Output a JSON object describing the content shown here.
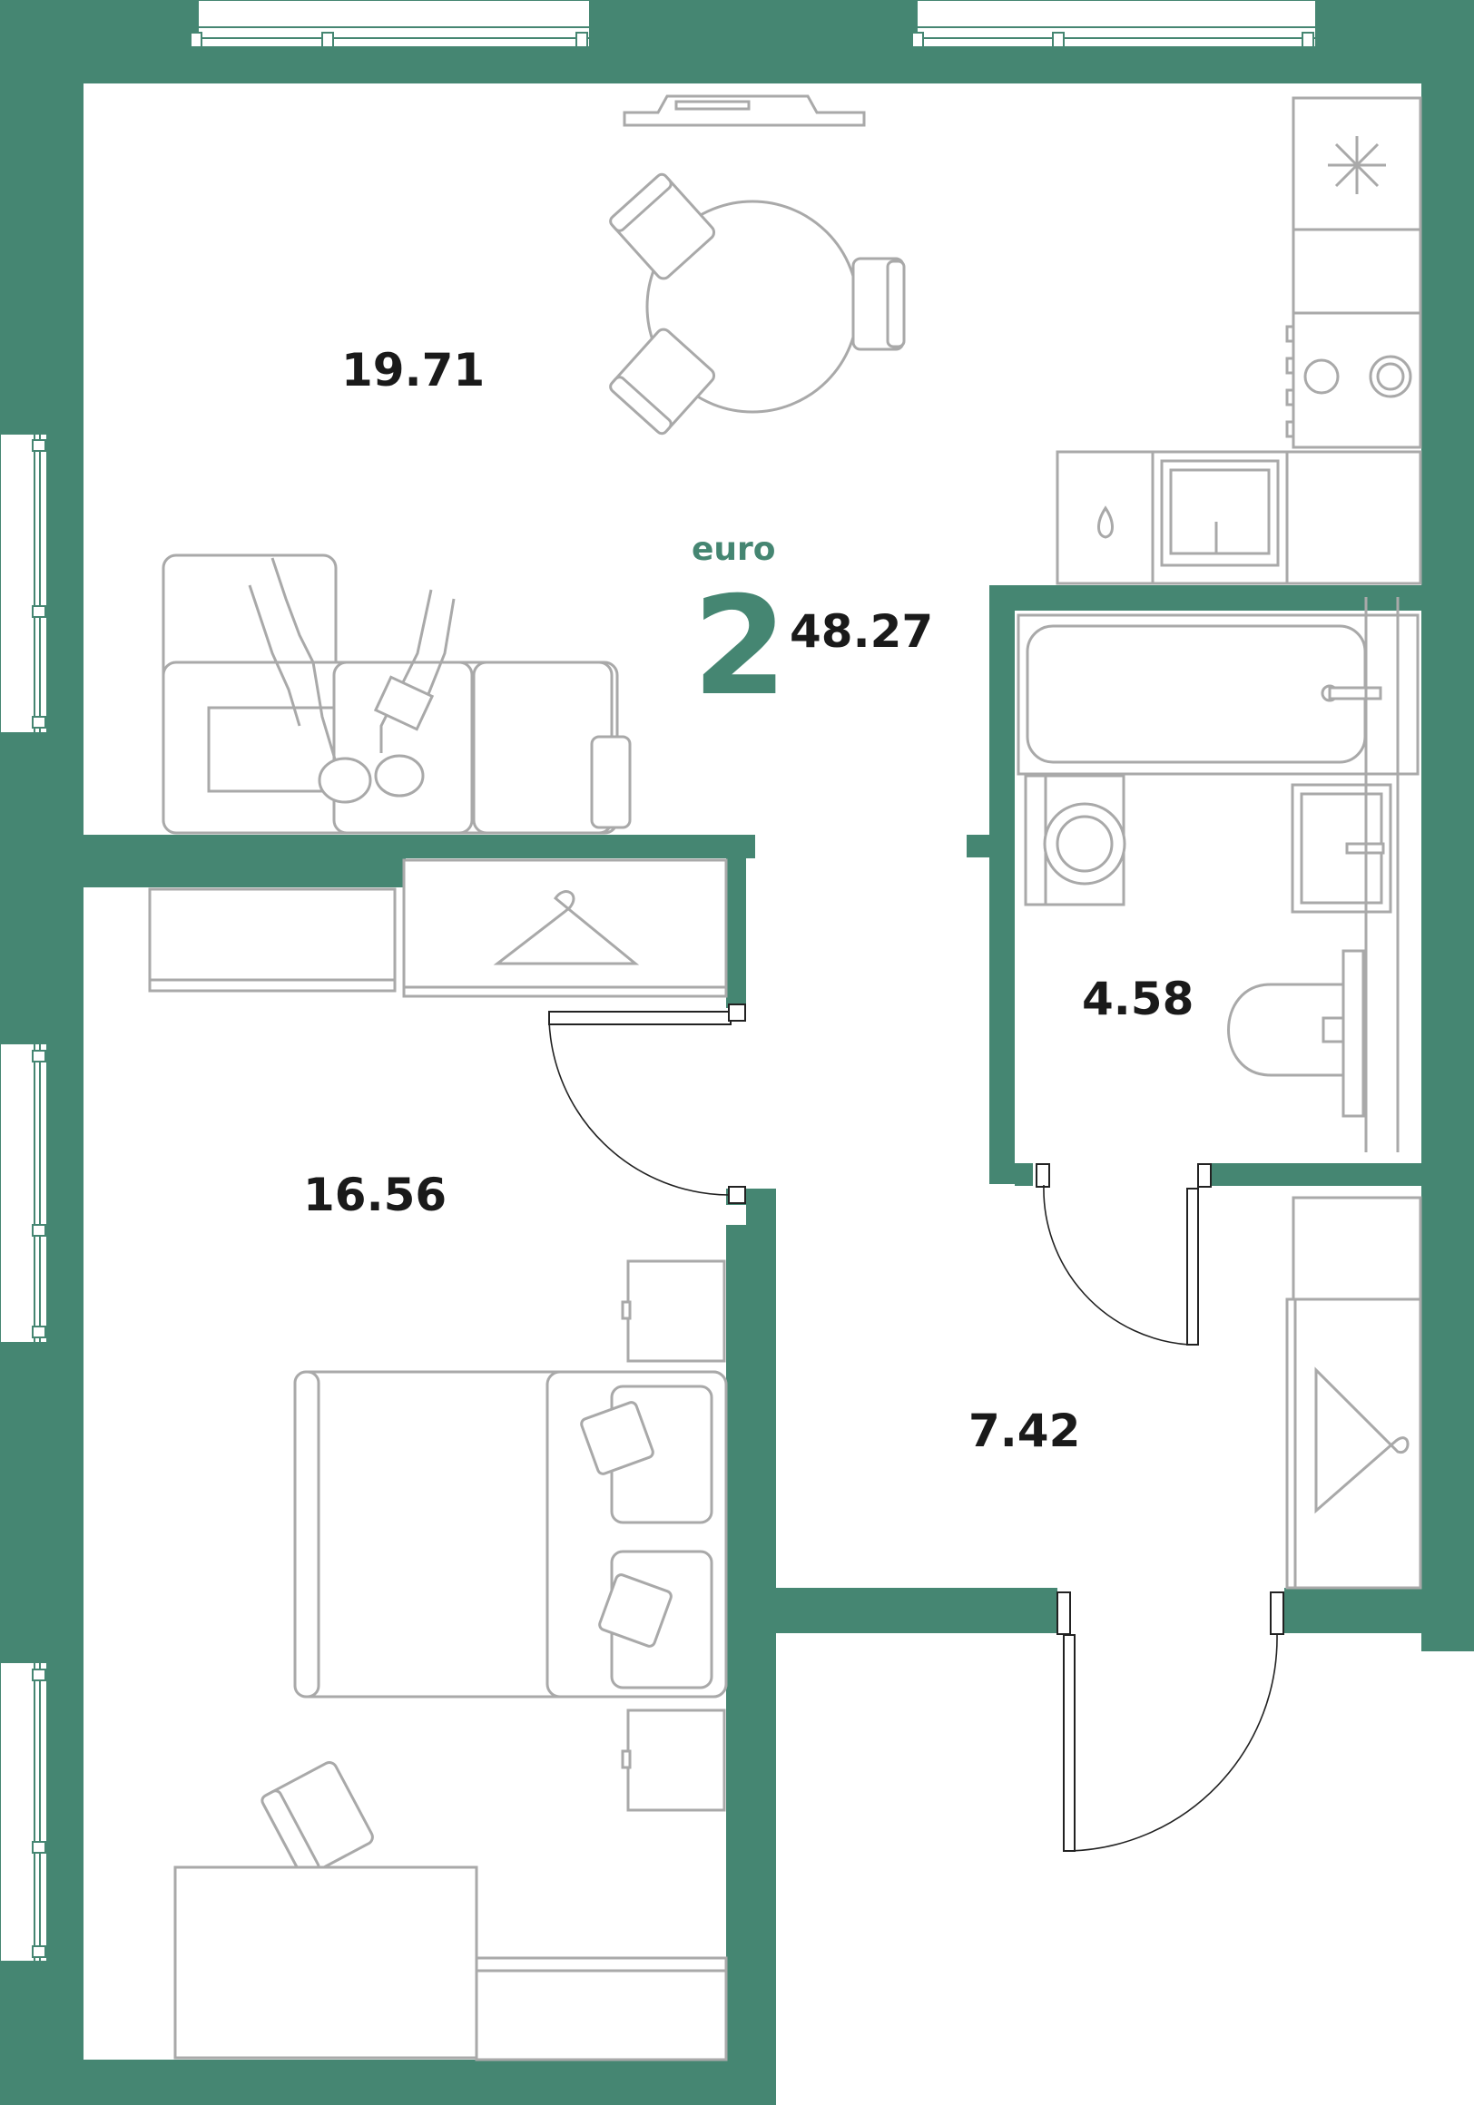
{
  "plan": {
    "layout_type": "euro",
    "rooms_count": "2",
    "total_area": "48.27",
    "rooms": [
      {
        "id": "living-kitchen",
        "area": "19.71"
      },
      {
        "id": "bedroom",
        "area": "16.56"
      },
      {
        "id": "bathroom",
        "area": "4.58"
      },
      {
        "id": "hallway",
        "area": "7.42"
      }
    ]
  },
  "colors": {
    "wall": "#458672",
    "accent": "#458672",
    "furniture": "#a9a9a9",
    "text": "#1a1a1a"
  },
  "icons": [
    "snowflake-icon",
    "hanger-icon",
    "stove-burner-icon"
  ]
}
